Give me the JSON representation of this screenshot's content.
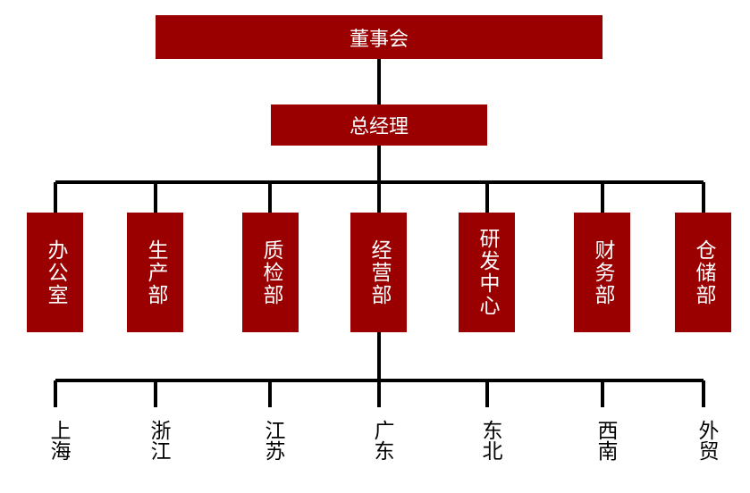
{
  "board": "董事会",
  "general_manager": "总经理",
  "departments": [
    {
      "label": "办公室"
    },
    {
      "label": "生产部"
    },
    {
      "label": "质检部"
    },
    {
      "label": "经营部"
    },
    {
      "label": "研发中心"
    },
    {
      "label": "财务部"
    },
    {
      "label": "仓储部"
    }
  ],
  "regions": [
    {
      "label": "上海"
    },
    {
      "label": "浙江"
    },
    {
      "label": "江苏"
    },
    {
      "label": "广东"
    },
    {
      "label": "东北"
    },
    {
      "label": "西南"
    },
    {
      "label": "外贸"
    }
  ],
  "colors": {
    "box": "#9a0000",
    "box_text": "#ffffff",
    "line": "#000000"
  }
}
